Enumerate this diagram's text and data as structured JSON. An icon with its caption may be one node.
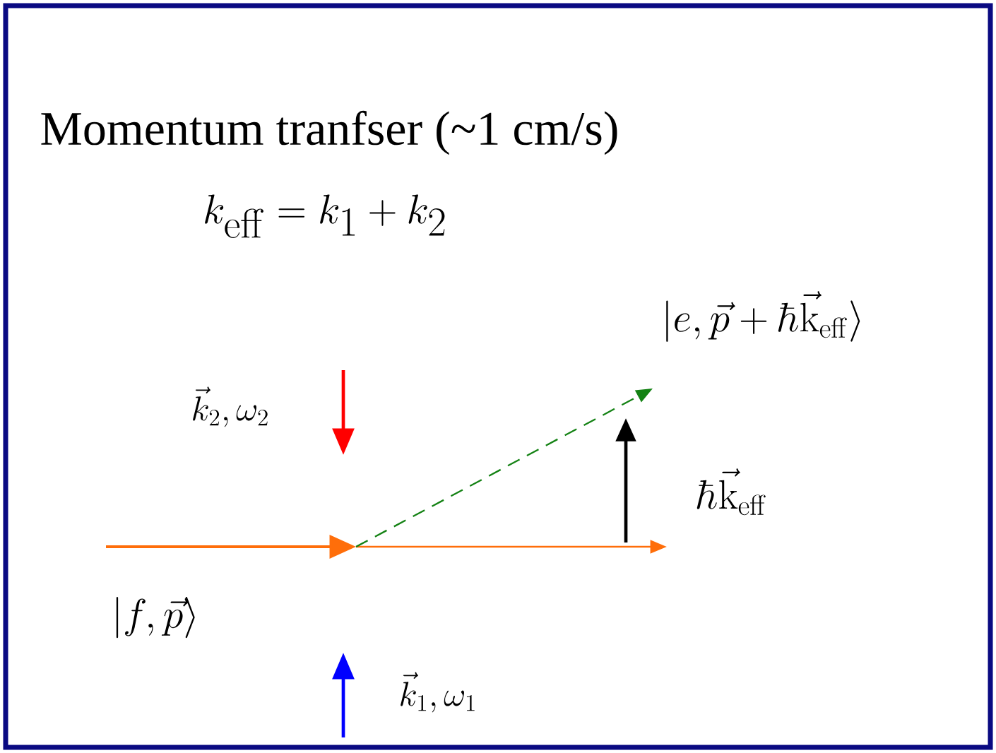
{
  "diagram": {
    "title": "Momentum tranfser (~1 cm/s)",
    "labels": [
      "k_{\\mathrm{eff}} = k_1 + k_2",
      "|e,\\vec{p}+\\hbar\\vec{\\mathrm{k}}_{\\mathrm{eff}}\\rangle",
      "\\vec{k}_2,\\omega_2",
      "\\hbar\\vec{\\mathrm{k}}_{\\mathrm{eff}}",
      "|f,\\vec{p}\\rangle",
      "\\vec{k}_1,\\omega_1"
    ]
  }
}
